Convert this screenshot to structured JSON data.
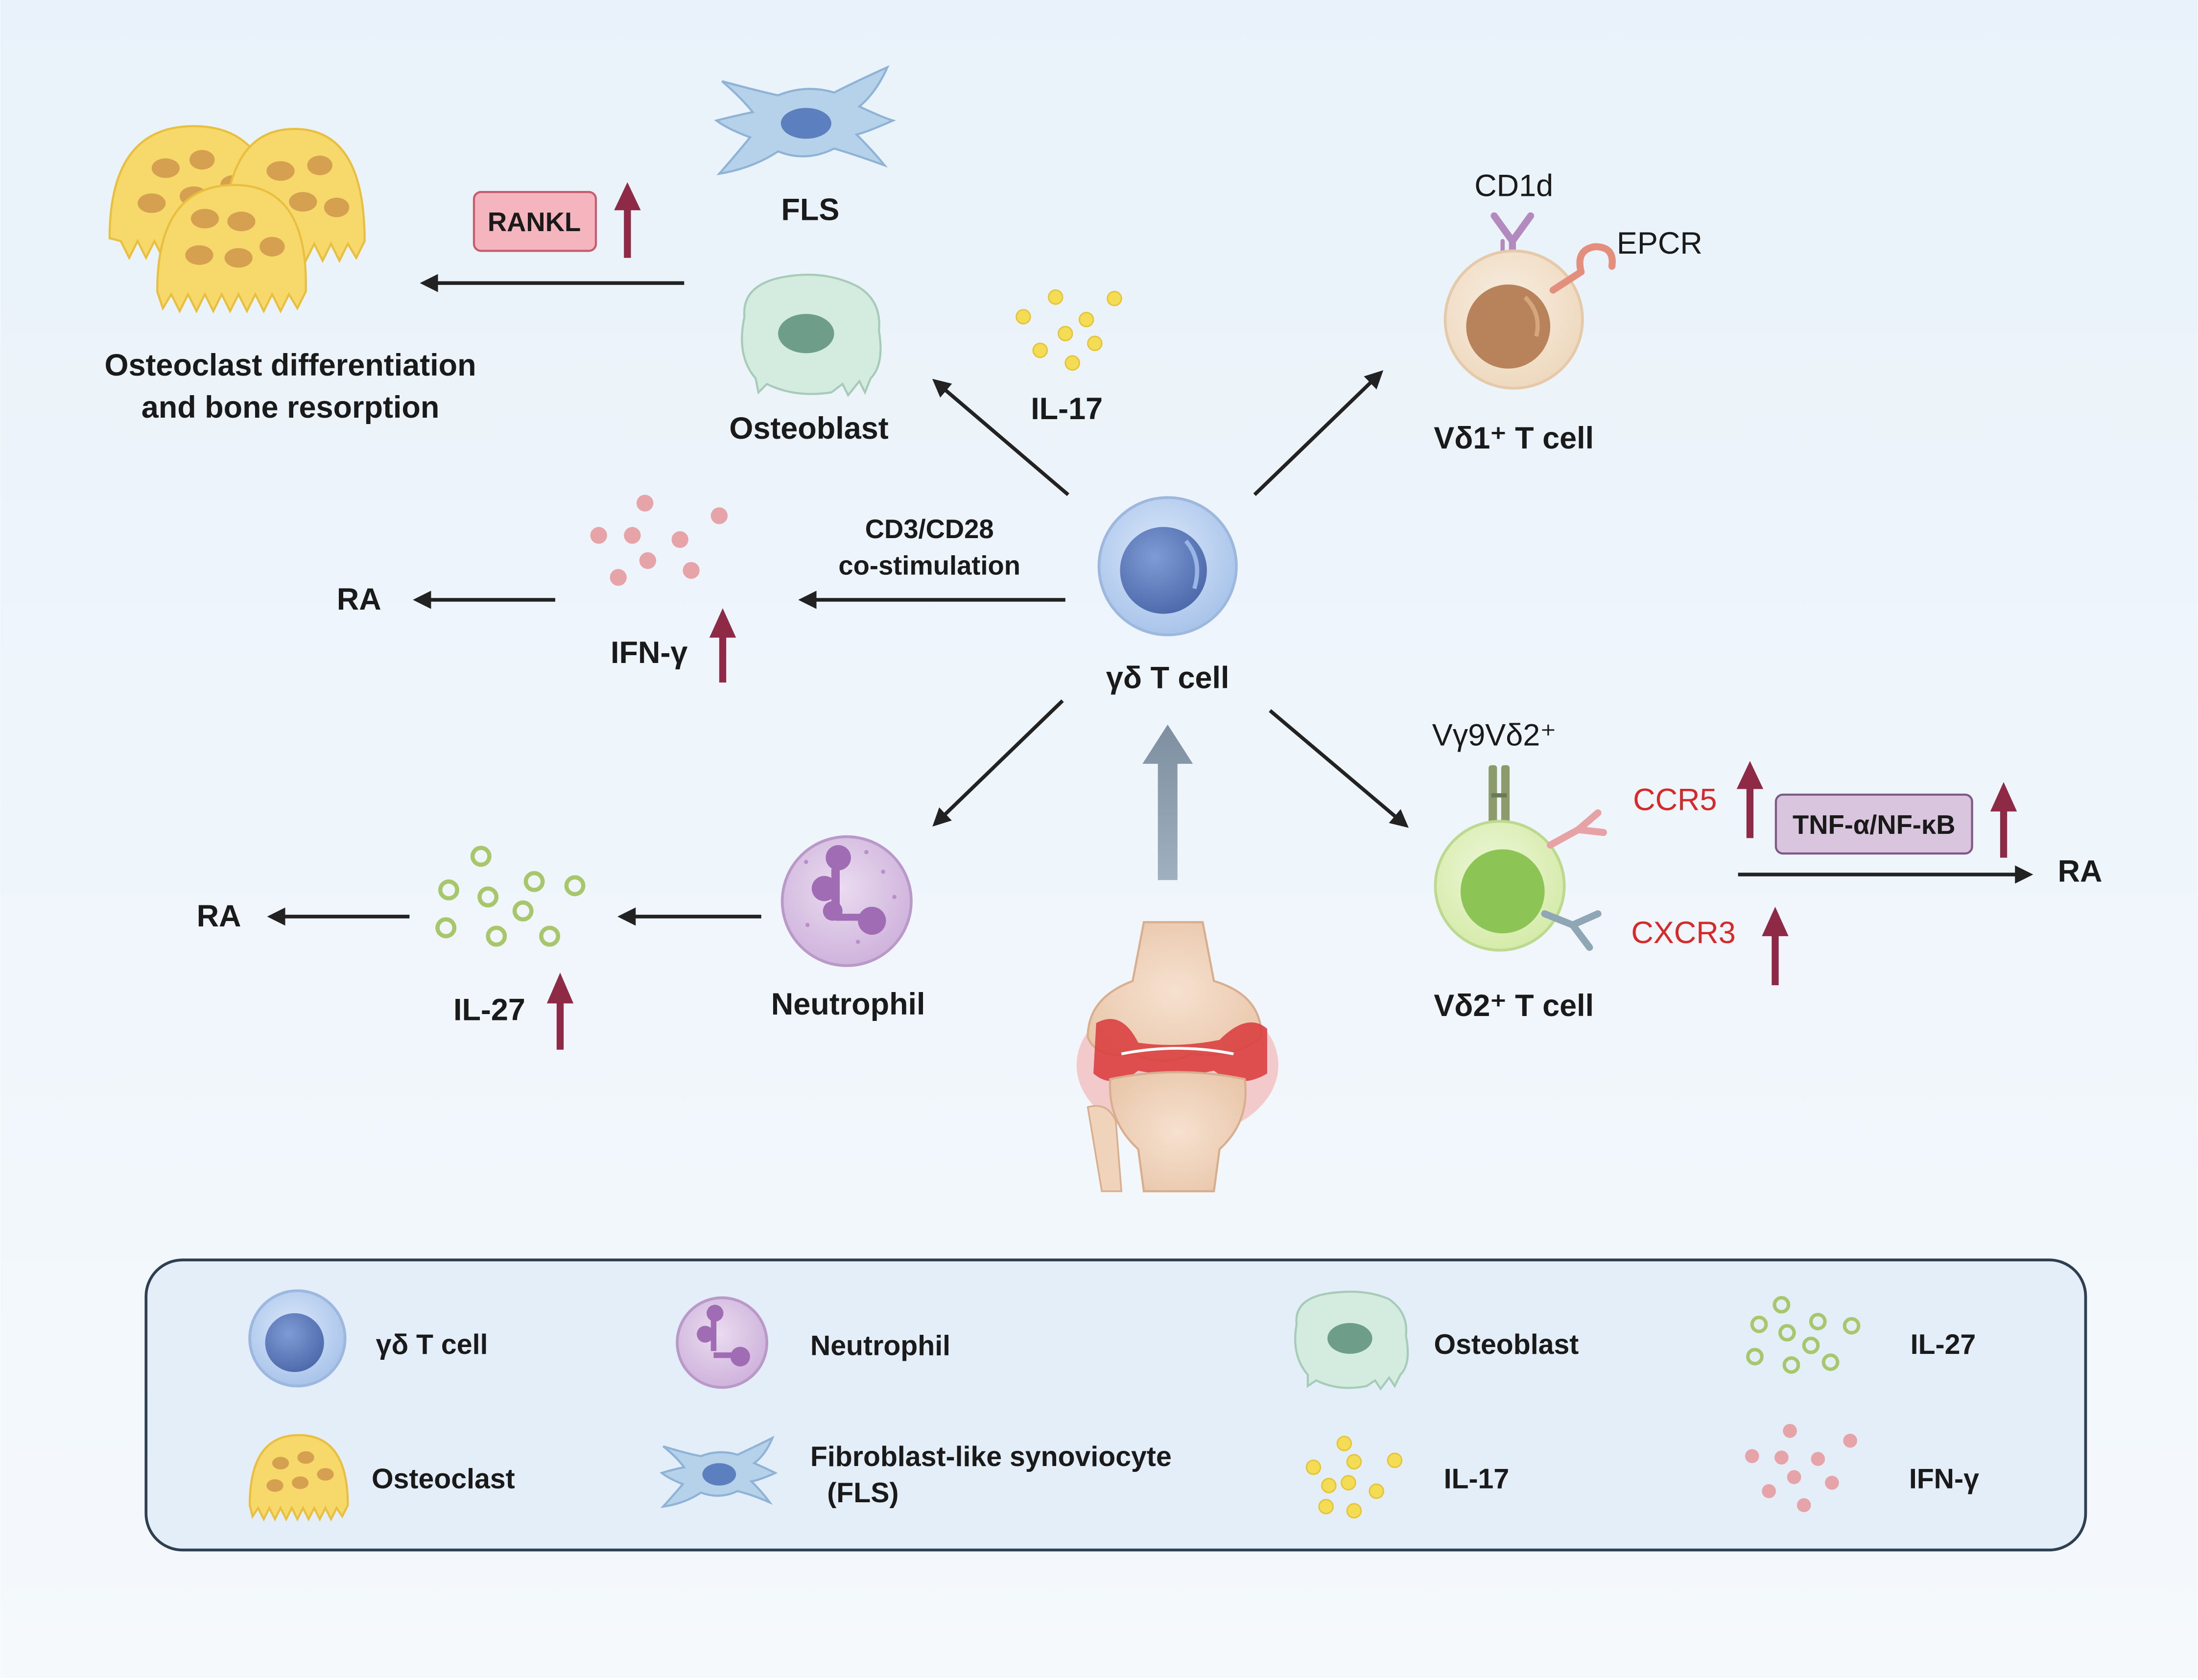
{
  "center": {
    "label": "γδ T cell"
  },
  "osteoclast_block": {
    "line1": "Osteoclast differentiation",
    "line2": "and bone resorption"
  },
  "rankl": {
    "label": "RANKL"
  },
  "fls": {
    "label": "FLS"
  },
  "osteoblast": {
    "label": "Osteoblast"
  },
  "il17": {
    "label": "IL-17"
  },
  "vd1": {
    "label": "Vδ1⁺ T cell",
    "receptor1": "CD1d",
    "receptor2": "EPCR"
  },
  "ifn": {
    "label": "IFN-γ",
    "arrow_label_line1": "CD3/CD28",
    "arrow_label_line2": "co-stimulation",
    "outcome": "RA"
  },
  "neutrophil": {
    "label": "Neutrophil"
  },
  "il27": {
    "label": "IL-27",
    "outcome": "RA"
  },
  "vd2": {
    "label": "Vδ2⁺ T cell",
    "receptor_tcr": "Vγ9Vδ2⁺",
    "ccr5": "CCR5",
    "cxcr3": "CXCR3",
    "pathway": "TNF-α/NF-κB",
    "outcome": "RA"
  },
  "legend": {
    "items": [
      {
        "name": "γδ T cell",
        "icon": "gd-t-cell-icon"
      },
      {
        "name": "Neutrophil",
        "icon": "neutrophil-icon"
      },
      {
        "name": "Osteoblast",
        "icon": "osteoblast-icon"
      },
      {
        "name": "IL-27",
        "icon": "il27-icon"
      },
      {
        "name": "Osteoclast",
        "icon": "osteoclast-icon"
      },
      {
        "name_line1": "Fibroblast-like synoviocyte",
        "name_line2": "(FLS)",
        "icon": "fls-icon"
      },
      {
        "name": "IL-17",
        "icon": "il17-icon"
      },
      {
        "name": "IFN-γ",
        "icon": "ifn-gamma-icon"
      }
    ]
  },
  "colors": {
    "background": "#eef5fb",
    "arrow": "#222222",
    "up_arrow": "#8e2a45",
    "tcell": "#6f8fcf",
    "neutrophil": "#b98fc8",
    "osteoblast": "#cfe6db",
    "osteoclast": "#f7d86a",
    "fls": "#b5d2ea",
    "il17": "#f5dc55",
    "ifn": "#e6a3a8",
    "il27": "#a8c76c",
    "red_text": "#d62a2a"
  }
}
